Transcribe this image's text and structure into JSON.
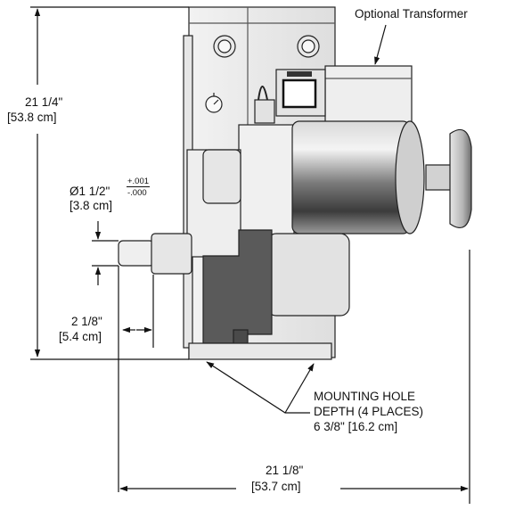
{
  "callouts": {
    "optional_transformer": "Optional Transformer",
    "mounting_hole_line1": "MOUNTING HOLE",
    "mounting_hole_line2": "DEPTH (4 PLACES)",
    "mounting_hole_line3": "6 3/8\" [16.2 cm]"
  },
  "dimensions": {
    "height_in": "21 1/4\"",
    "height_cm": "[53.8 cm]",
    "shaft_dia_in": "Ø1 1/2\"",
    "shaft_tol_plus": "+.001",
    "shaft_tol_minus": "-.000",
    "shaft_dia_cm": "[3.8 cm]",
    "shaft_len_in": "2 1/8\"",
    "shaft_len_cm": "[5.4 cm]",
    "width_in": "21 1/8\"",
    "width_cm": "[53.7 cm]"
  }
}
